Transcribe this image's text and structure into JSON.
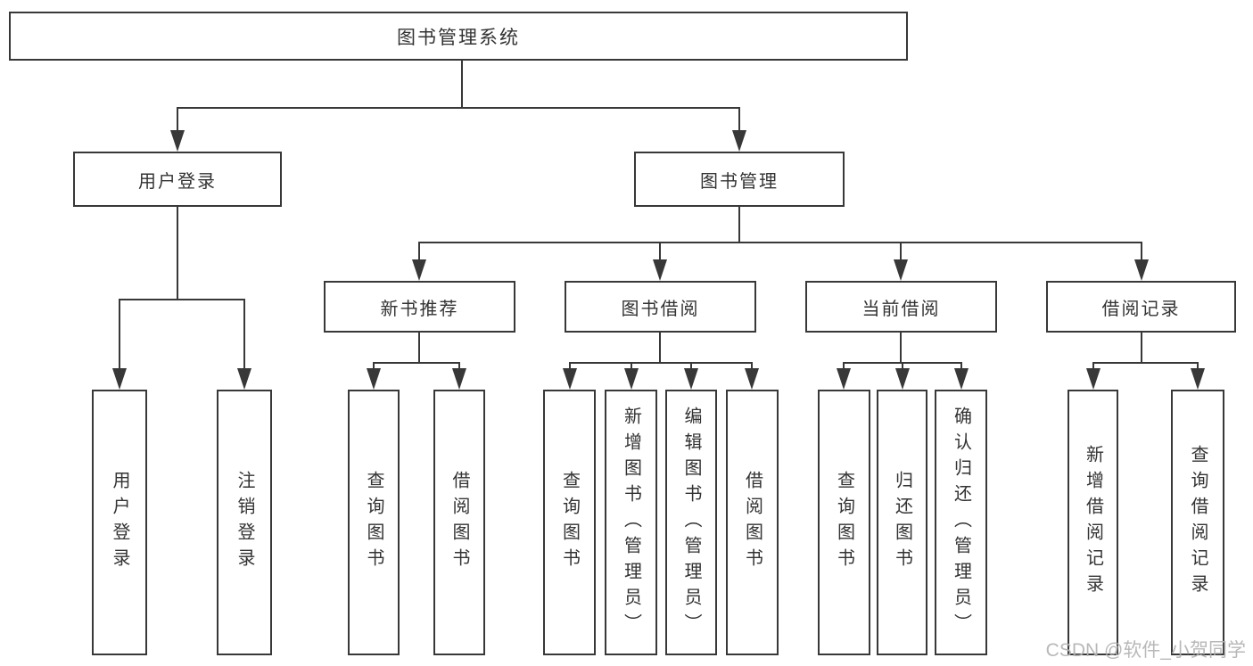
{
  "diagram": {
    "root": {
      "label": "图书管理系统"
    },
    "level1": {
      "user_login": {
        "label": "用户登录"
      },
      "book_management": {
        "label": "图书管理"
      }
    },
    "level2": {
      "new_book_recommend": {
        "label": "新书推荐"
      },
      "book_borrow": {
        "label": "图书借阅"
      },
      "current_borrow": {
        "label": "当前借阅"
      },
      "borrow_records": {
        "label": "借阅记录"
      }
    },
    "leaves": {
      "user_login": [
        {
          "label": "用户登录"
        },
        {
          "label": "注销登录"
        }
      ],
      "new_book_recommend": [
        {
          "label": "查询图书"
        },
        {
          "label": "借阅图书"
        }
      ],
      "book_borrow": [
        {
          "label": "查询图书"
        },
        {
          "label": "新增图书（管理员）"
        },
        {
          "label": "编辑图书（管理员）"
        },
        {
          "label": "借阅图书"
        }
      ],
      "current_borrow": [
        {
          "label": "查询图书"
        },
        {
          "label": "归还图书"
        },
        {
          "label": "确认归还（管理员）"
        }
      ],
      "borrow_records": [
        {
          "label": "新增借阅记录"
        },
        {
          "label": "查询借阅记录"
        }
      ]
    }
  },
  "watermark": "CSDN @软件_小贺同学",
  "colors": {
    "line": "#383838",
    "text": "#333333",
    "background": "#ffffff",
    "watermark": "#b3b3b3"
  }
}
